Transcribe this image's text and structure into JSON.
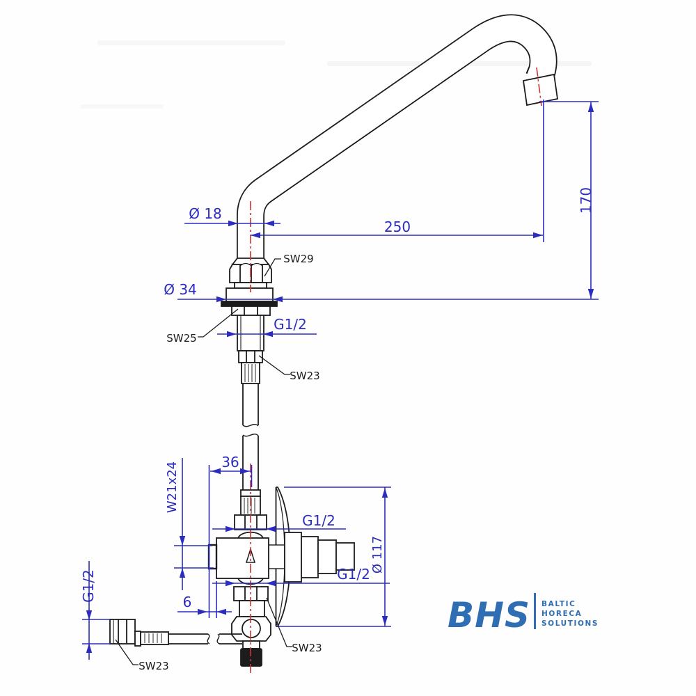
{
  "drawing": {
    "kind": "technical dimension drawing",
    "subject": "deck-mounted faucet with swivel spout and wall-flange valve body",
    "labels": {
      "dia18": "Ø 18",
      "len250": "250",
      "len170": "170",
      "sw29": "SW29",
      "dia34": "Ø 34",
      "sw25": "SW25",
      "g12_shank": "G1/2",
      "sw23_upper": "SW23",
      "len36": "36",
      "w21x24": "W21x24",
      "g12_outlet_top": "G1/2",
      "dia117": "Ø 117",
      "g12_outlet_bottom": "G1/2",
      "len6": "6",
      "g12_inlet": "G1/2",
      "sw23_elbow": "SW23",
      "sw23_inlet": "SW23"
    }
  },
  "logo": {
    "name": "BHS",
    "tagline_line1": "BALTIC",
    "tagline_line2": "HORECA",
    "tagline_line3": "SOLUTIONS"
  },
  "colors": {
    "dimension_blue": "#2c2cbe",
    "centerline_red": "#cc3333",
    "drawing_black": "#1c1c1c",
    "logo_blue": "#2f6eb3"
  }
}
